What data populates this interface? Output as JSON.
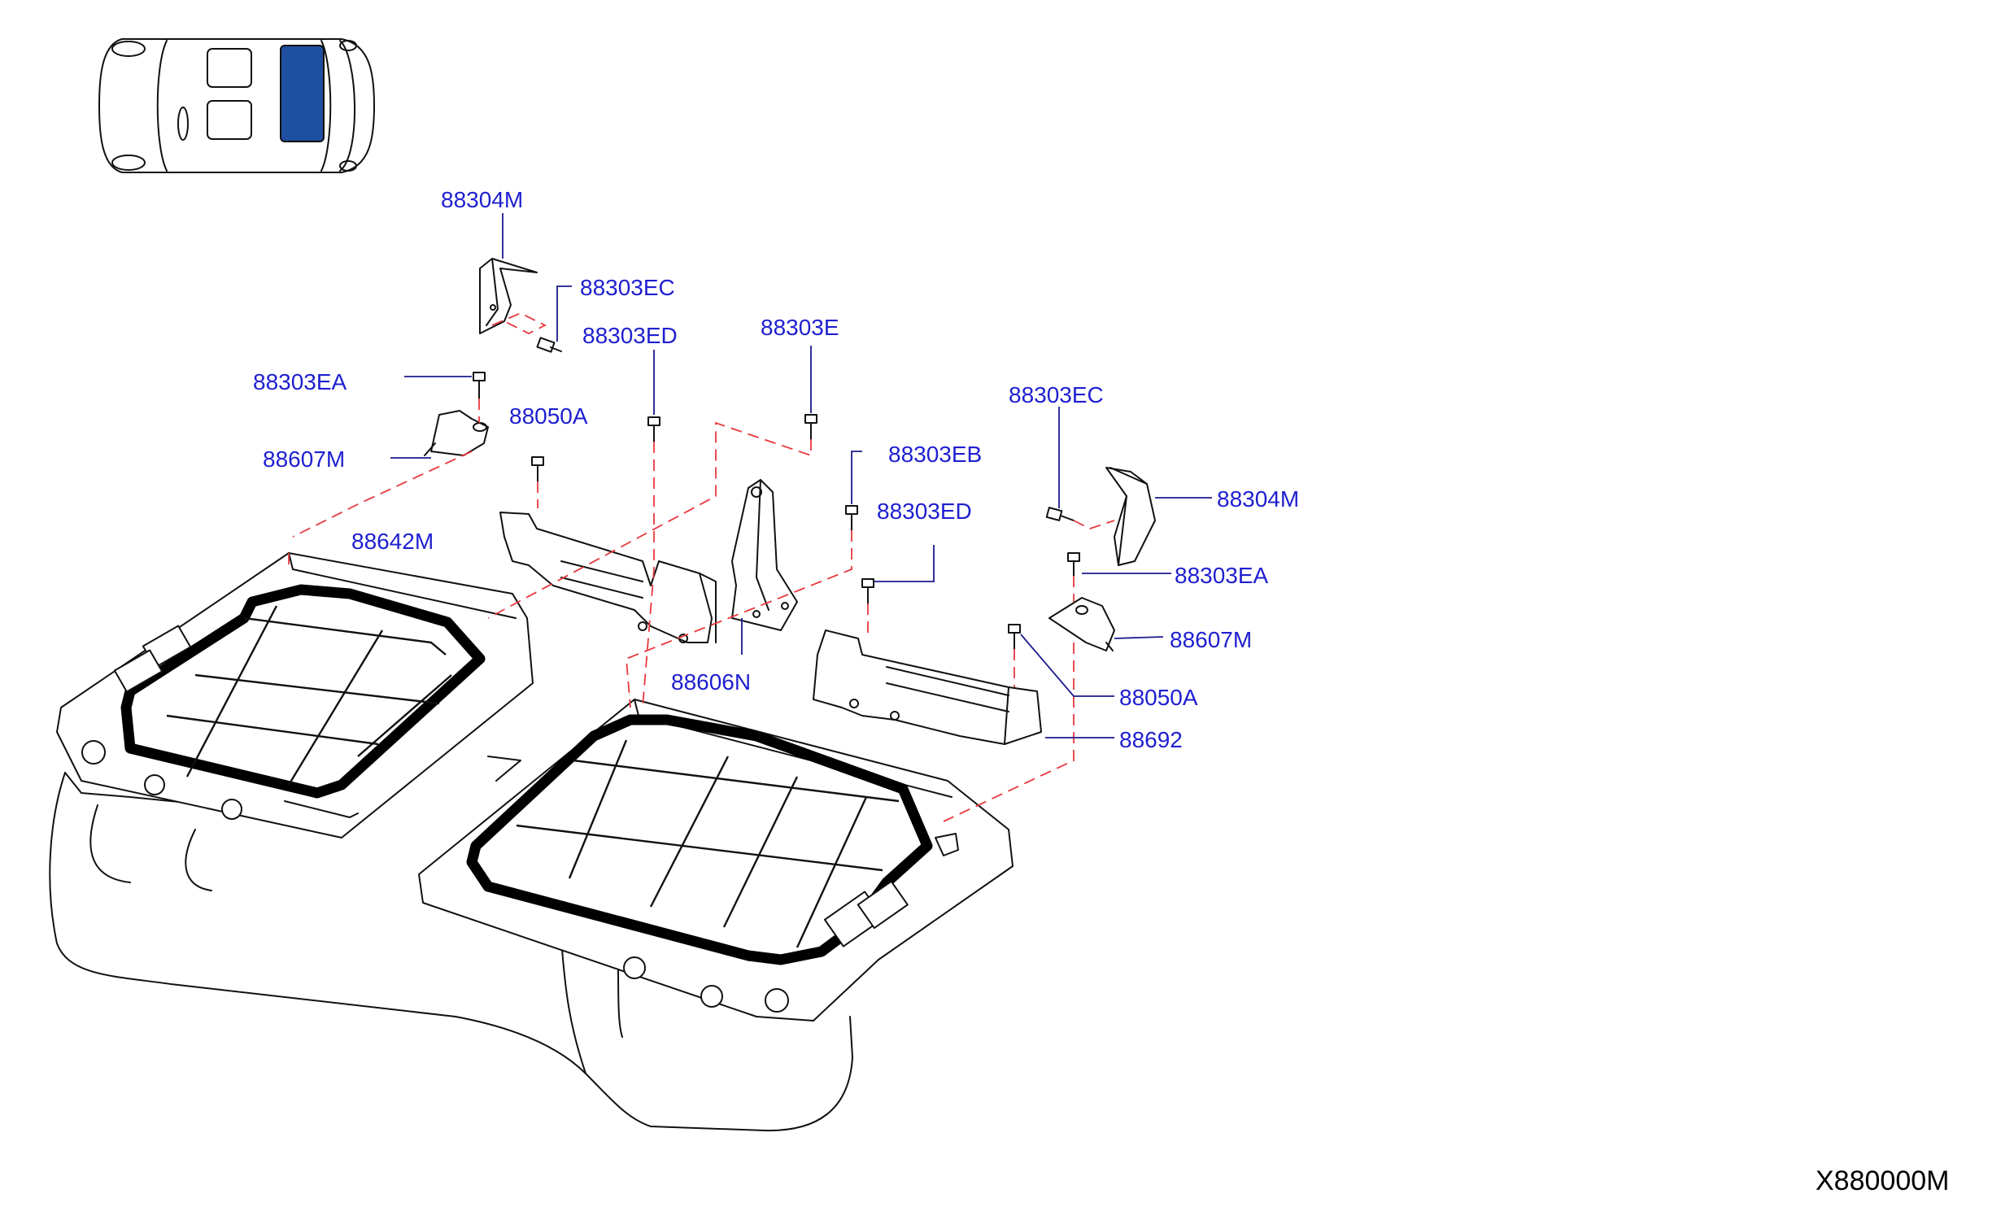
{
  "colors": {
    "label": "#1f1fd0",
    "leader": "#1a1a8c",
    "phantom_line": "#e8383d",
    "highlight_seat": "#1e4fa0",
    "line": "#111111"
  },
  "locator": {
    "icon": "car-top-view-icon",
    "highlighted": "rear-seat"
  },
  "labels": {
    "l1": "88304M",
    "l2": "88303EC",
    "l3": "88303ED",
    "l4": "88303E",
    "l5": "88303EA",
    "l6": "88050A",
    "l7": "88607M",
    "l8": "88642M",
    "l9": "88606N",
    "l10": "88303EB",
    "l11": "88303ED",
    "l12": "88303EC",
    "l13": "88304M",
    "l14": "88303EA",
    "l15": "88607M",
    "l16": "88050A",
    "l17": "88692"
  },
  "drawing_code": "X880000M"
}
